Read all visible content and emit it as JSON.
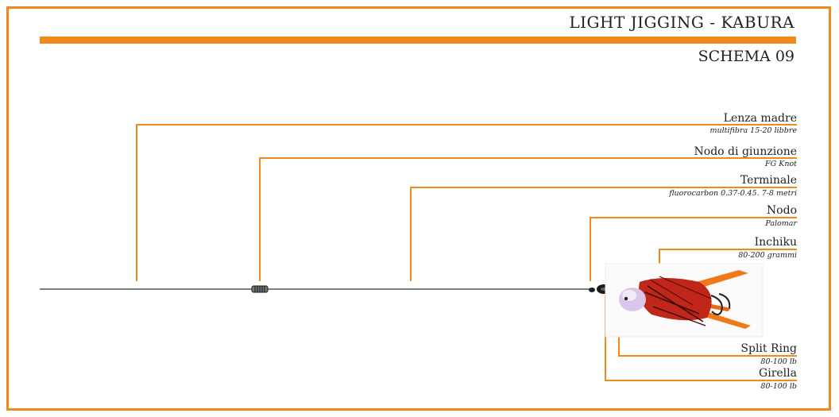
{
  "header": {
    "title": "LIGHT JIGGING - KABURA",
    "subtitle": "SCHEMA 09"
  },
  "components": [
    {
      "name": "Lenza madre",
      "spec": "multifibra 15-20 libbre"
    },
    {
      "name": "Nodo di giunzione",
      "spec": "FG Knot"
    },
    {
      "name": "Terminale",
      "spec": "fluorocarbon 0.37-0.45. 7-8 metri"
    },
    {
      "name": "Nodo",
      "spec": "Palomar"
    },
    {
      "name": "Inchiku",
      "spec": "80-200 grammi"
    },
    {
      "name": "Split Ring",
      "spec": "80-100 lb"
    },
    {
      "name": "Girella",
      "spec": "80-100 lb"
    }
  ],
  "colors": {
    "accent": "#f08a1c",
    "line": "#555555",
    "lure_head": "#d9c6e8",
    "skirt": "#c0261a"
  }
}
